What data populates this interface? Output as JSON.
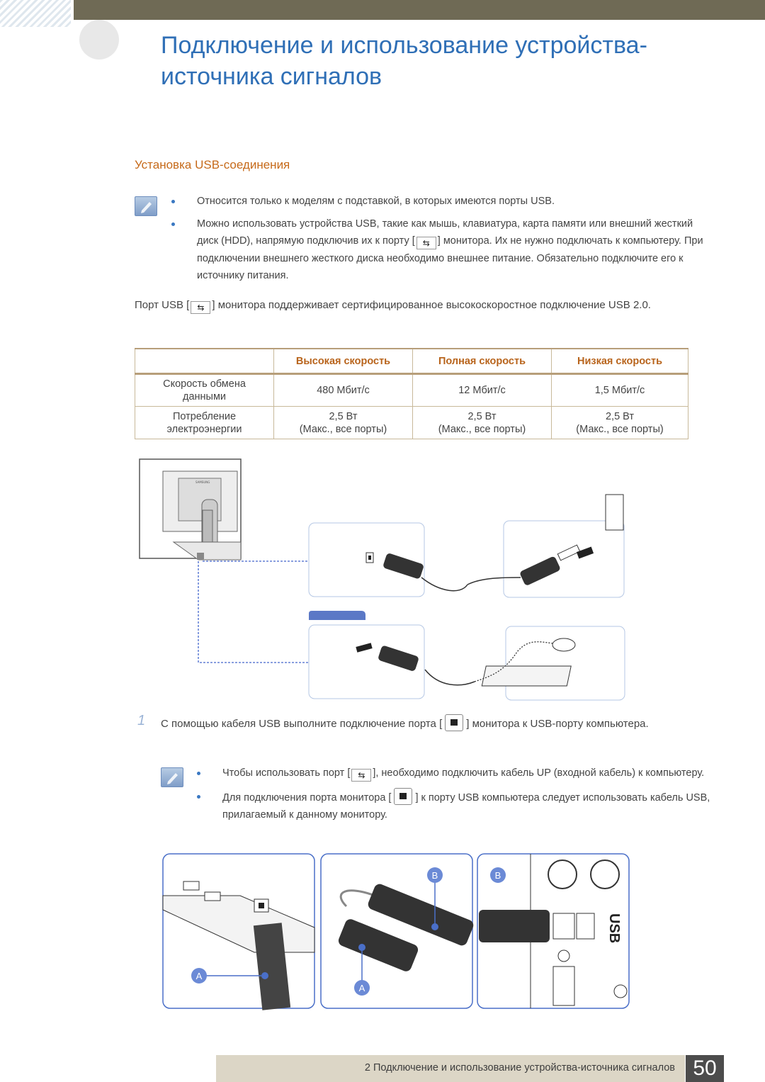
{
  "header": {
    "title_line1": "Подключение и использование устройства-",
    "title_line2": "источника сигналов"
  },
  "section_title": "Установка USB-соединения",
  "note1": {
    "bullet1": "Относится только к моделям с подставкой, в которых имеются порты USB.",
    "bullet2_a": "Можно использовать устройства USB, такие как мышь, клавиатура, карта памяти или внешний жесткий диск (HDD), напрямую подключив их к порту [",
    "bullet2_b": "] монитора. Их не нужно подключать к компьютеру. При подключении внешнего жесткого диска необходимо внешнее питание. Обязательно подключите его к источнику питания."
  },
  "port_text_a": "Порт USB [",
  "port_text_b": "] монитора поддерживает сертифицированное высокоскоростное подключение USB 2.0.",
  "usb_symbol": "⇆",
  "table": {
    "headers": [
      "",
      "Высокая скорость",
      "Полная скорость",
      "Низкая скорость"
    ],
    "row1": [
      "Скорость обмена данными",
      "480 Мбит/с",
      "12 Мбит/с",
      "1,5 Мбит/с"
    ],
    "row2_label": "Потребление электроэнергии",
    "row2_value": "2,5 Вт",
    "row2_sub": "(Макс., все порты)"
  },
  "step1": {
    "number": "1",
    "text_a": "С помощью кабеля USB выполните подключение порта [",
    "text_b": "] монитора к USB-порту компьютера."
  },
  "note2": {
    "bullet1_a": "Чтобы использовать порт [",
    "bullet1_b": "], необходимо подключить кабель UP (входной кабель) к компьютеру.",
    "bullet2_a": "Для подключения порта монитора [",
    "bullet2_b": "] к порту USB компьютера следует использовать кабель USB, прилагаемый к данному монитору."
  },
  "diagram_labels": {
    "A": "A",
    "B": "B",
    "usb_panel": "USB",
    "samsung": "SAMSUNG"
  },
  "footer": {
    "text": "2 Подключение и использование устройства-источника сигналов",
    "page": "50"
  },
  "colors": {
    "title": "#2f6fb6",
    "section": "#c66a1a",
    "footer_bg": "#dcd6c6",
    "page_bg": "#4c4c4c"
  }
}
